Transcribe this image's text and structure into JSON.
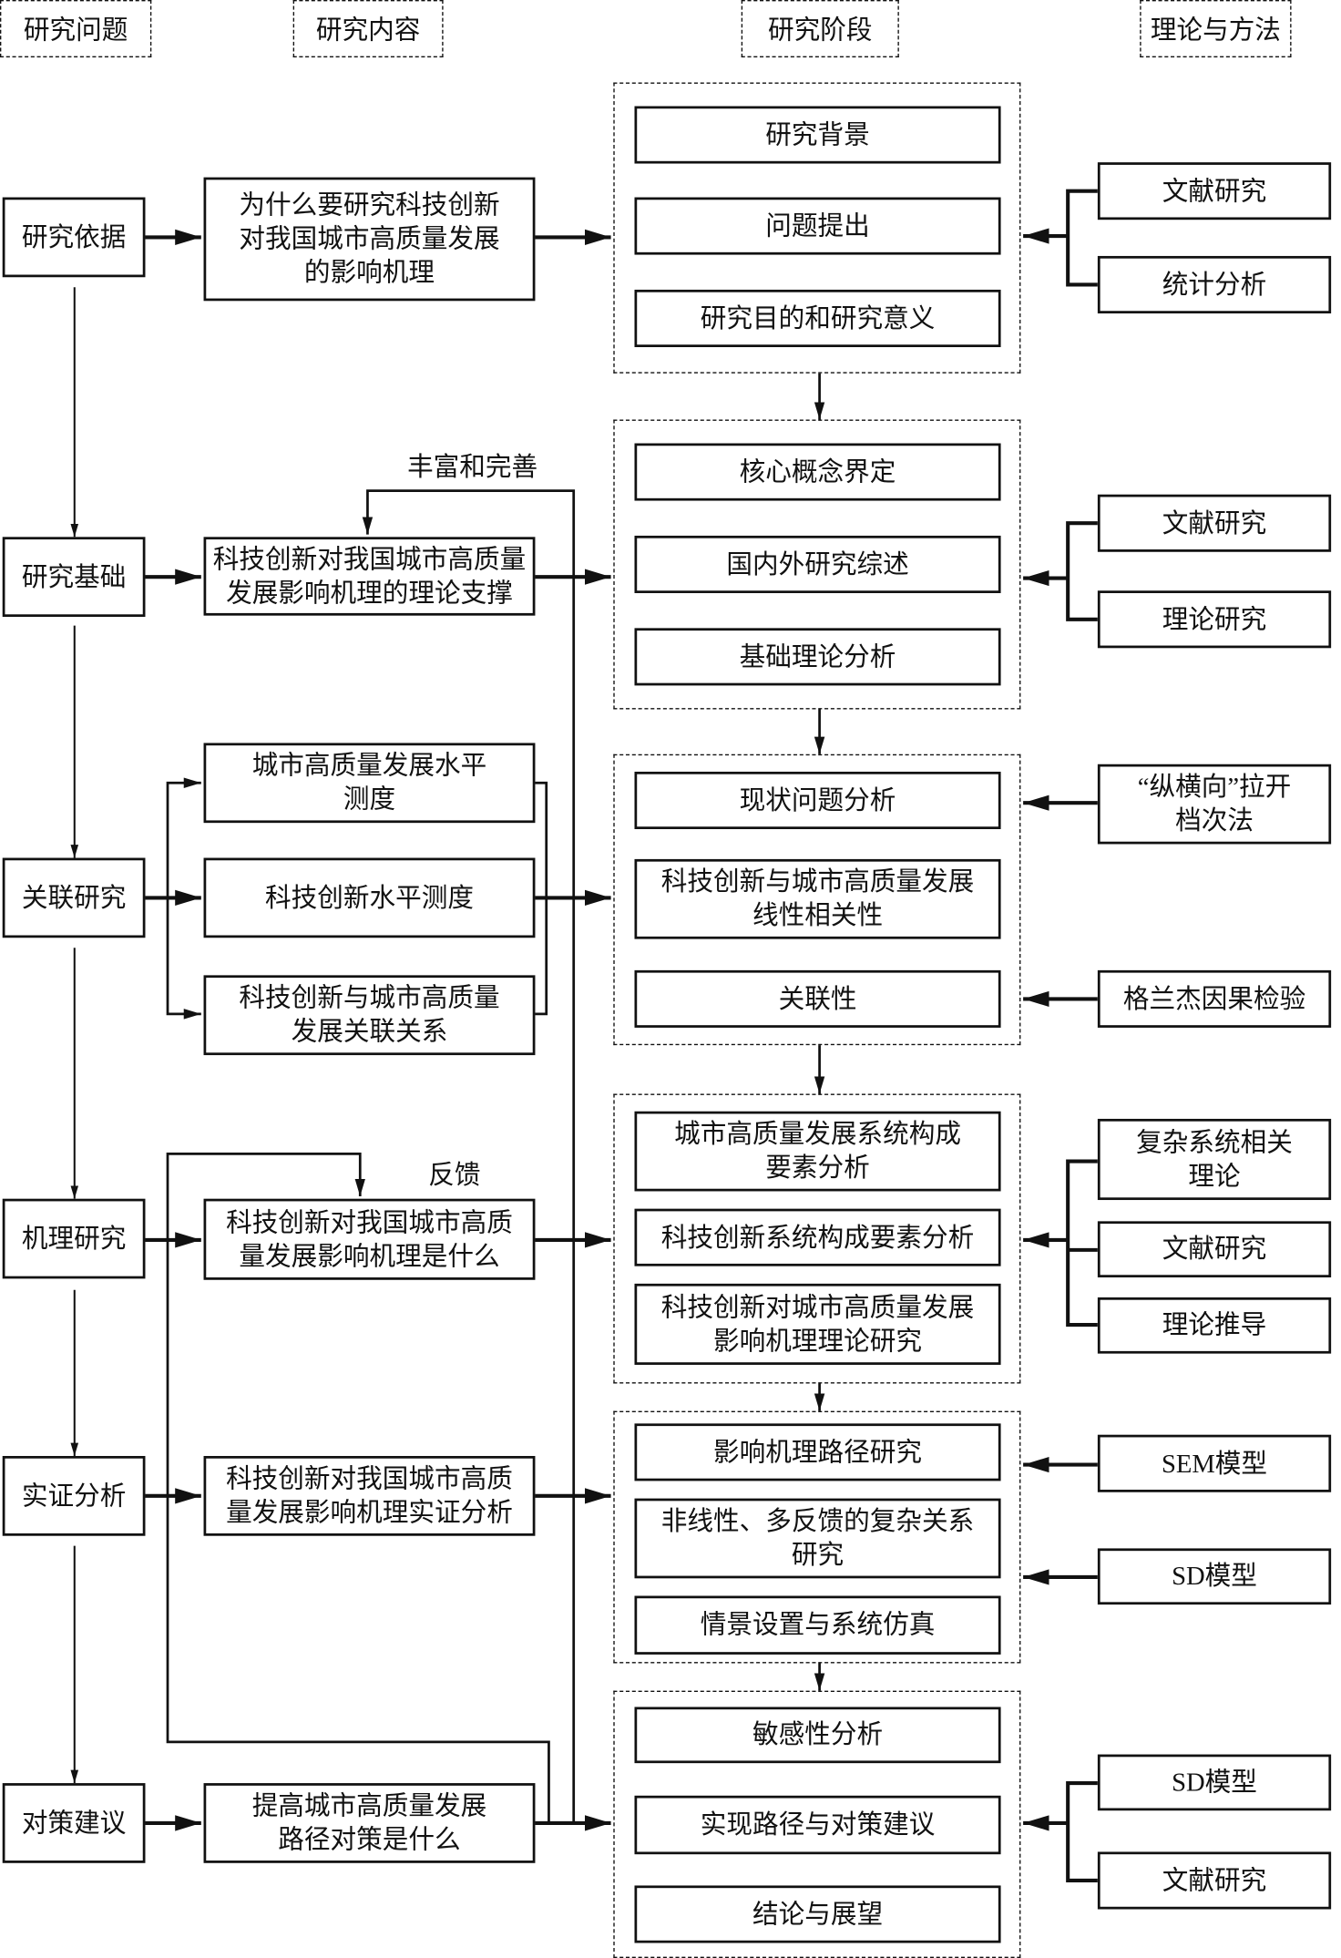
{
  "headers": [
    "研究问题",
    "研究内容",
    "研究阶段",
    "理论与方法"
  ],
  "questions": [
    "研究依据",
    "研究基础",
    "关联研究",
    "机理研究",
    "实证分析",
    "对策建议"
  ],
  "contents": [
    "为什么要研究科技创新\n对我国城市高质量发展\n的影响机理",
    "科技创新对我国城市高质量\n发展影响机理的理论支撑",
    "城市高质量发展水平\n测度",
    "科技创新水平测度",
    "科技创新与城市高质量\n发展关联关系",
    "科技创新对我国城市高质\n量发展影响机理是什么",
    "科技创新对我国城市高质\n量发展影响机理实证分析",
    "提高城市高质量发展\n路径对策是什么"
  ],
  "stages": [
    [
      "研究背景",
      "问题提出",
      "研究目的和研究意义"
    ],
    [
      "核心概念界定",
      "国内外研究综述",
      "基础理论分析"
    ],
    [
      "现状问题分析",
      "科技创新与城市高质量发展\n线性相关性",
      "关联性"
    ],
    [
      "城市高质量发展系统构成\n要素分析",
      "科技创新系统构成要素分析",
      "科技创新对城市高质量发展\n影响机理理论研究"
    ],
    [
      "影响机理路径研究",
      "非线性、多反馈的复杂关系\n研究",
      "情景设置与系统仿真"
    ],
    [
      "敏感性分析",
      "实现路径与对策建议",
      "结论与展望"
    ]
  ],
  "methods": [
    [
      "文献研究",
      "统计分析"
    ],
    [
      "文献研究",
      "理论研究"
    ],
    [
      "“纵横向”拉开\n档次法",
      "格兰杰因果检验"
    ],
    [
      "复杂系统相关\n理论",
      "文献研究",
      "理论推导"
    ],
    [
      "SEM模型",
      "SD模型"
    ],
    [
      "SD模型",
      "文献研究"
    ]
  ],
  "annotations": {
    "enrich": "丰富和完善",
    "feedback": "反馈"
  }
}
